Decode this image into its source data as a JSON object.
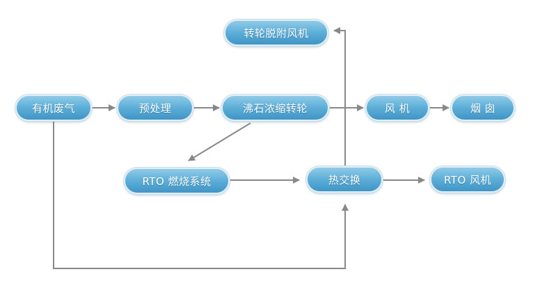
{
  "nodes": {
    "waste_gas": "有机废气",
    "pretreatment": "预处理",
    "zeolite_rotor": "沸石浓缩转轮",
    "fan": "风 机",
    "chimney": "烟 囱",
    "desorption_fan": "转轮脱附风机",
    "rto_combustion": "RTO 燃烧系统",
    "heat_exchange": "热交换",
    "rto_fan": "RTO 风机"
  },
  "colors": {
    "node_top": "#8fcbe8",
    "node_bottom": "#3f95c6",
    "arrow": "#888888",
    "text": "#ffffff"
  }
}
